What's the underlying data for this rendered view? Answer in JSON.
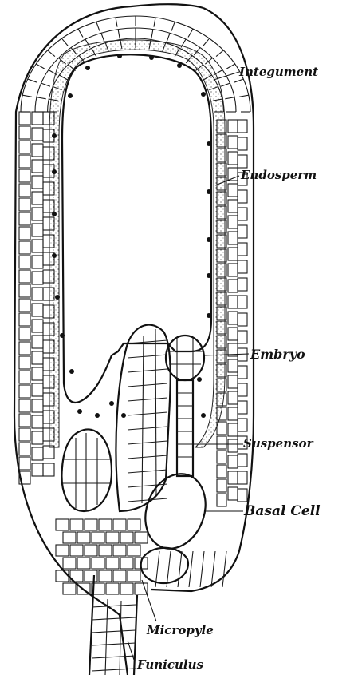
{
  "diagram": {
    "labels": {
      "integument": "Integument",
      "endosperm": "Endosperm",
      "embryo": "Embryo",
      "suspensor": "Suspensor",
      "basal_cell": "Basal Cell",
      "micropyle": "Micropyle",
      "funiculus": "Funiculus"
    },
    "colors": {
      "ink": "#111111",
      "paper": "#ffffff"
    }
  }
}
